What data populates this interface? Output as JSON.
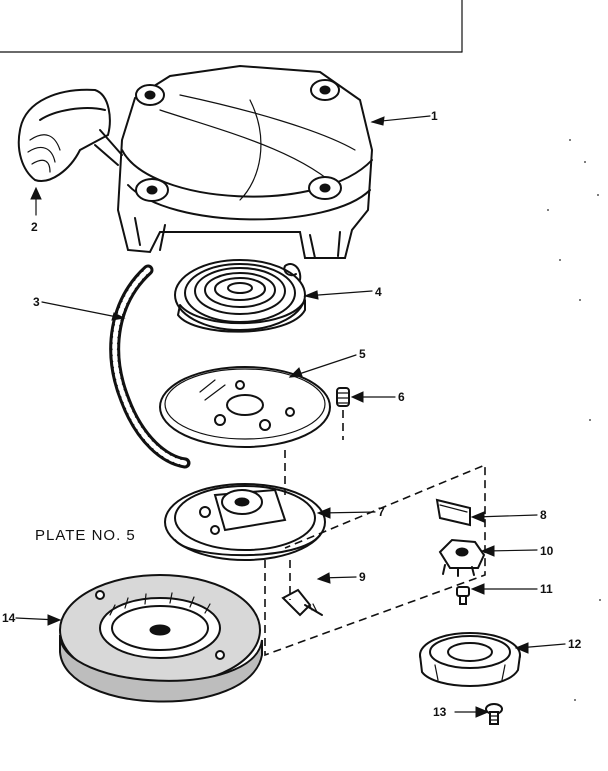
{
  "plate_label": "PLATE NO. 5",
  "parts": [
    {
      "id": "part-1",
      "number": "1"
    },
    {
      "id": "part-2",
      "number": "2"
    },
    {
      "id": "part-3",
      "number": "3"
    },
    {
      "id": "part-4",
      "number": "4"
    },
    {
      "id": "part-5",
      "number": "5"
    },
    {
      "id": "part-6",
      "number": "6"
    },
    {
      "id": "part-7",
      "number": "7"
    },
    {
      "id": "part-8",
      "number": "8"
    },
    {
      "id": "part-9",
      "number": "9"
    },
    {
      "id": "part-10",
      "number": "10"
    },
    {
      "id": "part-11",
      "number": "11"
    },
    {
      "id": "part-12",
      "number": "12"
    },
    {
      "id": "part-13",
      "number": "13"
    },
    {
      "id": "part-14",
      "number": "14"
    }
  ]
}
